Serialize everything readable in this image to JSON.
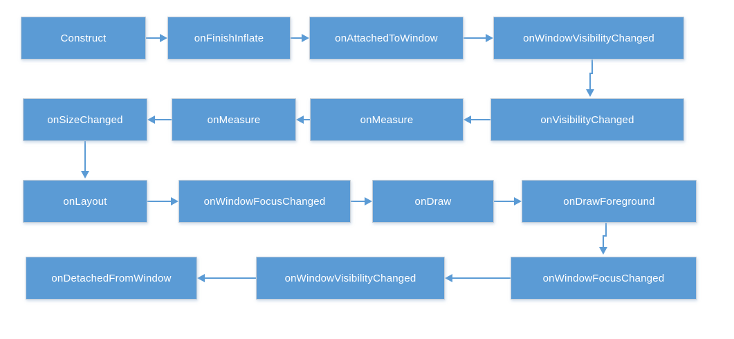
{
  "colors": {
    "background": "#FFFFFF",
    "node_fill": "#5B9BD5",
    "node_border": "#C6CFD8",
    "node_text": "#FFFFFF",
    "arrow": "#5B9BD5"
  },
  "nodes": [
    {
      "id": "construct",
      "label": "Construct"
    },
    {
      "id": "onFinishInflate",
      "label": "onFinishInflate"
    },
    {
      "id": "onAttachedToWindow",
      "label": "onAttachedToWindow"
    },
    {
      "id": "onWindowVisibilityChanged-1",
      "label": "onWindowVisibilityChanged"
    },
    {
      "id": "onSizeChanged",
      "label": "onSizeChanged"
    },
    {
      "id": "onMeasure-1",
      "label": "onMeasure"
    },
    {
      "id": "onMeasure-2",
      "label": "onMeasure"
    },
    {
      "id": "onVisibilityChanged",
      "label": "onVisibilityChanged"
    },
    {
      "id": "onLayout",
      "label": "onLayout"
    },
    {
      "id": "onWindowFocusChanged-1",
      "label": "onWindowFocusChanged"
    },
    {
      "id": "onDraw",
      "label": "onDraw"
    },
    {
      "id": "onDrawForeground",
      "label": "onDrawForeground"
    },
    {
      "id": "onDetachedFromWindow",
      "label": "onDetachedFromWindow"
    },
    {
      "id": "onWindowVisibilityChanged-2",
      "label": "onWindowVisibilityChanged"
    },
    {
      "id": "onWindowFocusChanged-2",
      "label": "onWindowFocusChanged"
    }
  ],
  "connections": [
    {
      "from": "construct",
      "to": "onFinishInflate"
    },
    {
      "from": "onFinishInflate",
      "to": "onAttachedToWindow"
    },
    {
      "from": "onAttachedToWindow",
      "to": "onWindowVisibilityChanged-1"
    },
    {
      "from": "onWindowVisibilityChanged-1",
      "to": "onVisibilityChanged"
    },
    {
      "from": "onVisibilityChanged",
      "to": "onMeasure-2"
    },
    {
      "from": "onMeasure-2",
      "to": "onMeasure-1"
    },
    {
      "from": "onMeasure-1",
      "to": "onSizeChanged"
    },
    {
      "from": "onSizeChanged",
      "to": "onLayout"
    },
    {
      "from": "onLayout",
      "to": "onWindowFocusChanged-1"
    },
    {
      "from": "onWindowFocusChanged-1",
      "to": "onDraw"
    },
    {
      "from": "onDraw",
      "to": "onDrawForeground"
    },
    {
      "from": "onDrawForeground",
      "to": "onWindowFocusChanged-2"
    },
    {
      "from": "onWindowFocusChanged-2",
      "to": "onWindowVisibilityChanged-2"
    },
    {
      "from": "onWindowVisibilityChanged-2",
      "to": "onDetachedFromWindow"
    }
  ]
}
